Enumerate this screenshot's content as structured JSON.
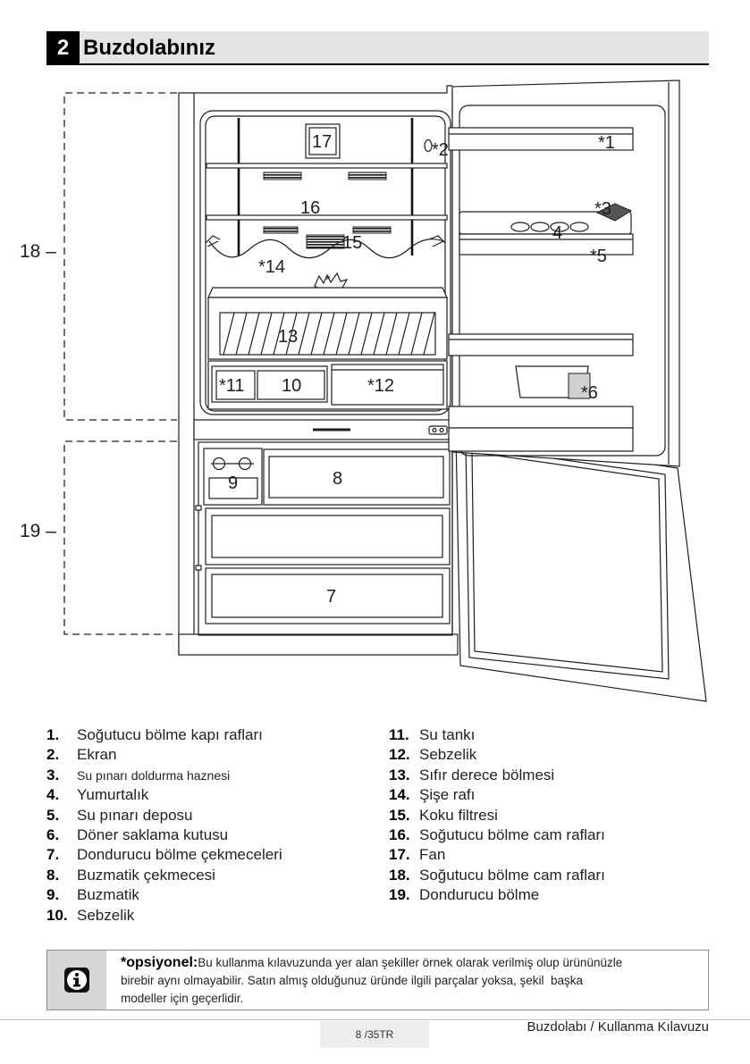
{
  "section": {
    "number": "2",
    "title": "Buzdolabınız"
  },
  "diagram": {
    "bracket_fridge": "18 –",
    "bracket_freezer": "19 –",
    "callouts": {
      "fan": "17",
      "display": "*2",
      "door_shelf_top": "*1",
      "glass_shelf": "16",
      "dispenser_filler": "*3",
      "egg_tray": "4",
      "odor_filter": "15",
      "dispenser_tank": "*5",
      "bottle_rack": "*14",
      "accessory": "*",
      "zero_degree": "13",
      "water_tank": "*11",
      "crisper_left": "10",
      "crisper_right": "*12",
      "rotating_box": "*6",
      "ice_drawer": "8",
      "icematic": "9",
      "freezer_drawer": "7"
    }
  },
  "parts": [
    {
      "num": "1.",
      "text": "Soğutucu bölme kapı rafları"
    },
    {
      "num": "2.",
      "text": "Ekran"
    },
    {
      "num": "3.",
      "text": "Su pınarı doldurma haznesi"
    },
    {
      "num": "4.",
      "text": "Yumurtalık"
    },
    {
      "num": "5.",
      "text": "Su pınarı deposu"
    },
    {
      "num": "6.",
      "text": "Döner saklama kutusu"
    },
    {
      "num": "7.",
      "text": "Dondurucu bölme çekmeceleri"
    },
    {
      "num": "8.",
      "text": "Buzmatik çekmecesi"
    },
    {
      "num": "9.",
      "text": "Buzmatik"
    },
    {
      "num": "10.",
      "text": "Sebzelik"
    },
    {
      "num": "11.",
      "text": "Su tankı"
    },
    {
      "num": "12.",
      "text": "Sebzelik"
    },
    {
      "num": "13.",
      "text": "Sıfır derece bölmesi"
    },
    {
      "num": "14.",
      "text": "Şişe rafı"
    },
    {
      "num": "15.",
      "text": "Koku filtresi"
    },
    {
      "num": "16.",
      "text": "Soğutucu bölme cam rafları"
    },
    {
      "num": "17.",
      "text": "Fan"
    },
    {
      "num": "18.",
      "text": "Soğutucu bölme cam rafları"
    },
    {
      "num": "19.",
      "text": "Dondurucu bölme"
    }
  ],
  "note": {
    "icon": "info-icon",
    "label": "*opsiyonel:",
    "lines": [
      "Bu kullanma kılavuzunda yer alan şekiller örnek olarak verilmiş olup ürününüzle",
      "birebir aynı olmayabilir. Satın almış olduğunuz üründe ilgili parçalar yoksa, şekil  başka",
      "modeller için geçerlidir."
    ]
  },
  "footer": {
    "page": "8 /35TR",
    "title": "Buzdolabı / Kullanma Kılavuzu"
  },
  "colors": {
    "header_bar": "#e4e4e4",
    "section_badge": "#000000",
    "note_icon_bg": "#d6d6d6",
    "page_box": "#ededed"
  }
}
